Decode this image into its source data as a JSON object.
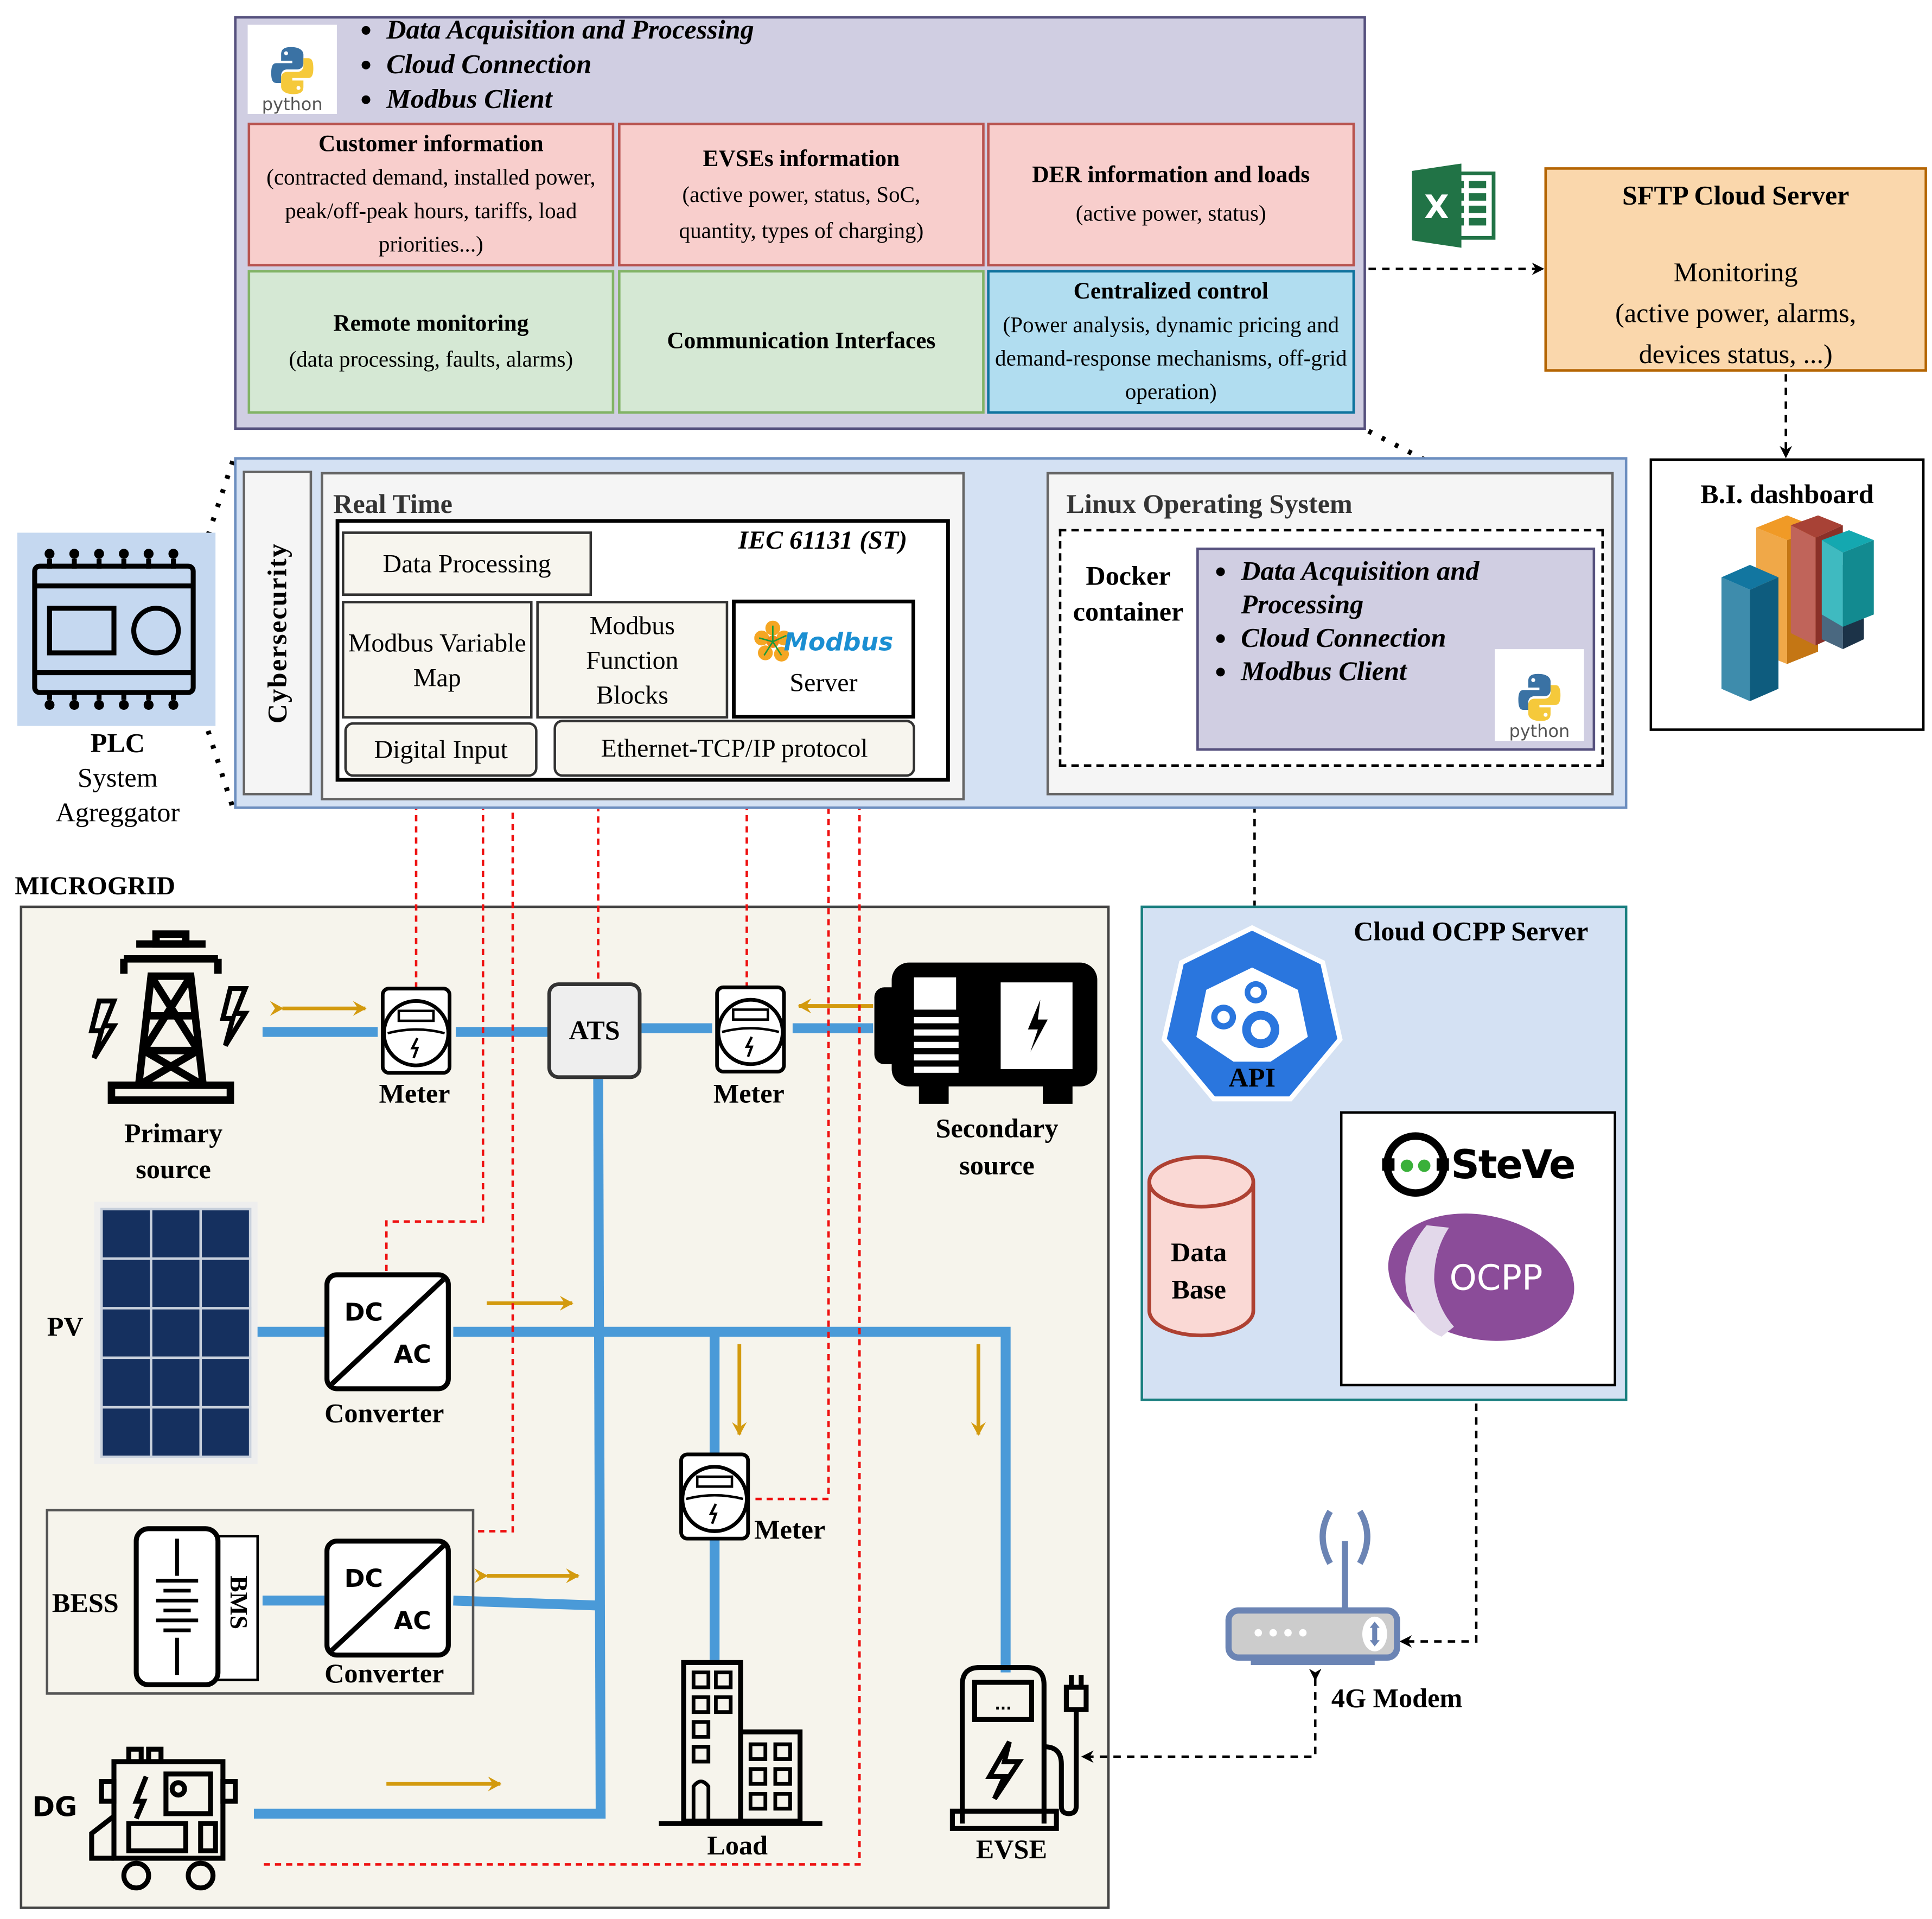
{
  "top_panel": {
    "python_logo_text": "python",
    "bullets": [
      "Data Acquisition and Processing",
      "Cloud Connection",
      "Modbus Client"
    ],
    "cells": [
      {
        "title": "Customer information",
        "desc": "(contracted demand, installed power, peak/off-peak hours, tariffs, load priorities...)",
        "color": "#f8cecc"
      },
      {
        "title": "EVSEs information",
        "desc": "(active power, status, SoC, quantity, types of charging)",
        "color": "#f8cecc"
      },
      {
        "title": "DER information and loads",
        "desc": "(active power, status)",
        "color": "#f8cecc"
      },
      {
        "title": "Remote monitoring",
        "desc": "(data processing, faults, alarms)",
        "color": "#d5e8d4"
      },
      {
        "title": "Communication Interfaces",
        "desc": "",
        "color": "#d5e8d4"
      },
      {
        "title": "Centralized control",
        "desc": "(Power analysis, dynamic pricing and demand-response mechanisms, off-grid operation)",
        "color": "#b1ddf0"
      }
    ]
  },
  "sftp": {
    "title": "SFTP Cloud Server",
    "line1": "Monitoring",
    "line2": "(active power, alarms,",
    "line3": "devices status, ...)"
  },
  "bi": {
    "title": "B.I. dashboard"
  },
  "plc": {
    "label_line1": "PLC",
    "label_line2": "System",
    "label_line3": "Agreggator",
    "cybersecurity": "Cybersecurity",
    "real_time": "Real Time",
    "iec": "IEC 61131 (ST)",
    "data_processing": "Data Processing",
    "modbus_var_map": "Modbus Variable Map",
    "modbus_fb_l1": "Modbus",
    "modbus_fb_l2": "Function",
    "modbus_fb_l3": "Blocks",
    "modbus_logo": "Modbus",
    "server": "Server",
    "digital_input": "Digital Input",
    "ethernet": "Ethernet-TCP/IP protocol",
    "linux": "Linux Operating System",
    "docker_l1": "Docker",
    "docker_l2": "container",
    "docker_bullets": [
      "Data Acquisition and Processing",
      "Cloud Connection",
      "Modbus Client"
    ],
    "python_logo_text": "python"
  },
  "ocpp": {
    "title": "Cloud OCPP Server",
    "api": "API",
    "db_l1": "Data",
    "db_l2": "Base",
    "steve": "SteVe",
    "ocpp_logo": "OCPP",
    "modem": "4G Modem"
  },
  "microgrid": {
    "title": "MICROGRID",
    "primary_l1": "Primary",
    "primary_l2": "source",
    "meter": "Meter",
    "ats": "ATS",
    "secondary_l1": "Secondary",
    "secondary_l2": "source",
    "pv": "PV",
    "dc": "DC",
    "ac": "AC",
    "converter": "Converter",
    "bess": "BESS",
    "bms": "BMS",
    "dg": "DG",
    "load": "Load",
    "evse": "EVSE"
  },
  "colors": {
    "bus": "#4a9ad8",
    "power_arrow": "#d39a0e",
    "signal": "#ee1111",
    "panel_purple": "#d0cee2",
    "panel_blue": "#d4e1f3",
    "microgrid_bg": "#f6f4ec"
  }
}
